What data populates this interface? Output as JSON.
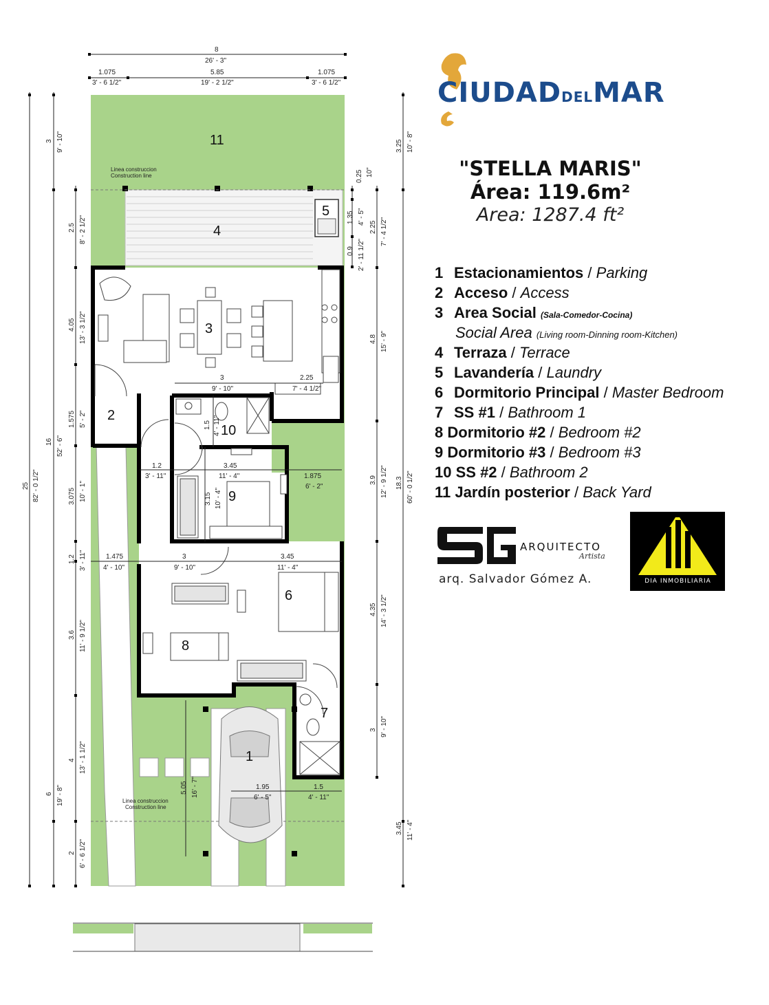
{
  "brand": {
    "part1": "CIUDAD",
    "part2": "DEL",
    "part3": "MAR"
  },
  "title": {
    "name": "\"STELLA MARIS\"",
    "area_m2": "Área: 119.6m²",
    "area_ft2": "Area: 1287.4 ft²"
  },
  "legend": [
    {
      "num": "1",
      "es": "Estacionamientos",
      "en": "Parking"
    },
    {
      "num": "2",
      "es": "Acceso",
      "en": "Access"
    },
    {
      "num": "3",
      "es": "Area Social",
      "es_sub": "(Sala-Comedor-Cocina)",
      "en": "Social Area",
      "en_sub": "(Living room-Dinning room-Kitchen)"
    },
    {
      "num": "4",
      "es": "Terraza",
      "en": "Terrace"
    },
    {
      "num": "5",
      "es": "Lavandería",
      "en": "Laundry"
    },
    {
      "num": "6",
      "es": "Dormitorio Principal",
      "en": "Master Bedroom"
    },
    {
      "num": "7",
      "es": "SS #1",
      "en": "Bathroom 1"
    },
    {
      "num": "8",
      "es": "Dormitorio #2",
      "en": "Bedroom #2"
    },
    {
      "num": "9",
      "es": "Dormitorio #3",
      "en": "Bedroom #3"
    },
    {
      "num": "10",
      "es": "SS #2",
      "en": "Bathroom 2"
    },
    {
      "num": "11",
      "es": "Jardín posterior",
      "en": "Back Yard"
    }
  ],
  "sep": "/",
  "architect": {
    "mark": "SG",
    "word": "ARQUITECTO",
    "sub": "Artista",
    "name": "arq. Salvador Gómez A."
  },
  "dia": {
    "text": "DIA INMOBILIARIA"
  },
  "plan": {
    "rooms": {
      "r1": "1",
      "r2": "2",
      "r3": "3",
      "r4": "4",
      "r5": "5",
      "r6": "6",
      "r7": "7",
      "r8": "8",
      "r9": "9",
      "r10": "10",
      "r11": "11"
    },
    "notes": {
      "line_es": "Linea construccion",
      "line_en": "Construction line"
    },
    "dims": {
      "top_total_m": "8",
      "top_total_ft": "26' - 3\"",
      "top_left_m": "1.075",
      "top_left_ft": "3' - 6 1/2\"",
      "top_mid_m": "5.85",
      "top_mid_ft": "19' - 2 1/2\"",
      "top_right_m": "1.075",
      "top_right_ft": "3' - 6 1/2\"",
      "far_left_m": "25",
      "far_left_ft": "82' - 0 1/2\"",
      "l_back_m": "3",
      "l_back_ft": "9' - 10\"",
      "l_house_m": "16",
      "l_house_ft": "52' - 6\"",
      "l_front_m": "6",
      "l_front_ft": "19' - 8\"",
      "l1_m": "2.5",
      "l1_ft": "8' - 2 1/2\"",
      "l2_m": "4.05",
      "l2_ft": "13' - 3 1/2\"",
      "l3_m": "1.575",
      "l3_ft": "5' - 2\"",
      "l4_m": "3.075",
      "l4_ft": "10' - 1\"",
      "l5_m": "1.2",
      "l5_ft": "3' - 11\"",
      "l6_m": "3.6",
      "l6_ft": "11' - 9 1/2\"",
      "l7_m": "4",
      "l7_ft": "13' - 1 1/2\"",
      "l8_m": "2",
      "l8_ft": "6' - 6 1/2\"",
      "r_back_m": "3.25",
      "r_back_ft": "10' - 8\"",
      "r_lot_m": "18.3",
      "r_lot_ft": "60' - 0 1/2\"",
      "r_front_m": "3.45",
      "r_front_ft": "11' - 4\"",
      "r1_m": "0.25",
      "r1_ft": "10\"",
      "r2_m": "1.35",
      "r2_ft": "4' - 5\"",
      "r3_m": "0.9",
      "r3_ft": "2' - 11 1/2\"",
      "r4_m": "2.25",
      "r4_ft": "7' - 4 1/2\"",
      "r5_m": "4.8",
      "r5_ft": "15' - 9\"",
      "r6_m": "3.9",
      "r6_ft": "12' - 9 1/2\"",
      "r7_m": "4.35",
      "r7_ft": "14' - 3 1/2\"",
      "r8_m": "3",
      "r8_ft": "9' - 10\"",
      "h1_m": "3",
      "h1_ft": "9' - 10\"",
      "h2_m": "2.25",
      "h2_ft": "7' - 4 1/2\"",
      "h3_m": "1.5",
      "h3_ft": "4' - 11\"",
      "h4_m": "1.2",
      "h4_ft": "3' - 11\"",
      "h5_m": "3.45",
      "h5_ft": "11' - 4\"",
      "h6_m": "3.15",
      "h6_ft": "10' - 4\"",
      "h7_m": "1.875",
      "h7_ft": "6' - 2\"",
      "h8_m": "1.475",
      "h8_ft": "4' - 10\"",
      "h9_m": "3",
      "h9_ft": "9' - 10\"",
      "h10_m": "3.45",
      "h10_ft": "11' - 4\"",
      "h11_m": "1.95",
      "h11_ft": "6' - 5\"",
      "h12_m": "1.5",
      "h12_ft": "4' - 11\"",
      "h13_m": "5.05",
      "h13_ft": "16' - 7\""
    }
  }
}
